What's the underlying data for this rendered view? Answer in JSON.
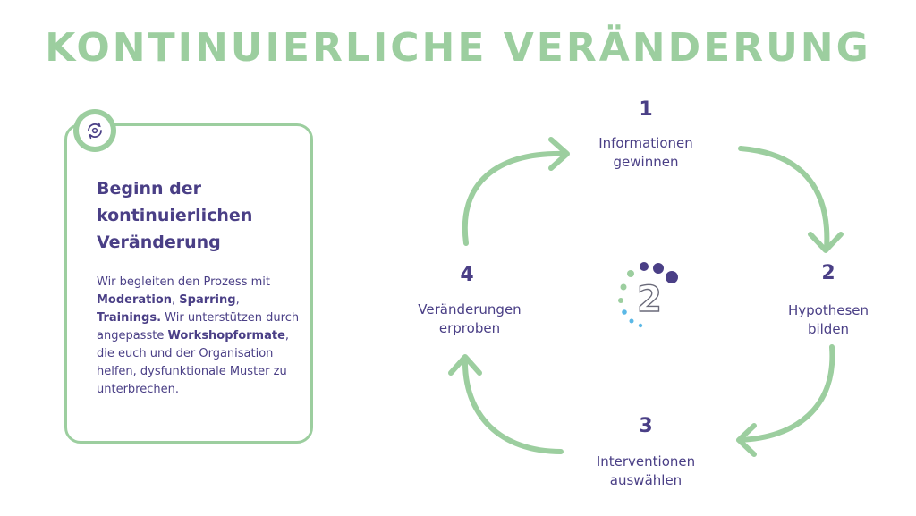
{
  "title": "KONTINUIERLICHE VERÄNDERUNG",
  "card": {
    "heading_lines": [
      "Beginn der",
      "kontinuierlichen",
      "Veränderung"
    ],
    "body": [
      {
        "text": "Wir begleiten den Prozess mit ",
        "bold": false
      },
      {
        "text": "Moderation",
        "bold": true
      },
      {
        "text": ", ",
        "bold": false
      },
      {
        "text": "Sparring",
        "bold": true
      },
      {
        "text": ", ",
        "bold": false
      },
      {
        "text": "Trainings.",
        "bold": true
      },
      {
        "text": " Wir unterstützen durch angepasste ",
        "bold": false
      },
      {
        "text": "Workshopformate",
        "bold": true
      },
      {
        "text": ", die euch und der Organisation helfen, dysfunktionale Muster zu unterbrechen.",
        "bold": false
      }
    ],
    "icon": "hands-cycle-icon"
  },
  "steps": [
    {
      "number": "1",
      "label_lines": [
        "Informationen",
        "gewinnen"
      ]
    },
    {
      "number": "2",
      "label_lines": [
        "Hypothesen",
        "bilden"
      ]
    },
    {
      "number": "3",
      "label_lines": [
        "Interventionen",
        "auswählen"
      ]
    },
    {
      "number": "4",
      "label_lines": [
        "Veränderungen",
        "erproben"
      ]
    }
  ],
  "center_logo": {
    "text": "2",
    "icon": "logo-dots-icon"
  },
  "colors": {
    "title": "#9cce9f",
    "arrow": "#9cce9f",
    "text": "#4a3f86",
    "logo_purple": "#4a3f86",
    "logo_green": "#9cce9f",
    "logo_blue": "#5bb8e6"
  }
}
